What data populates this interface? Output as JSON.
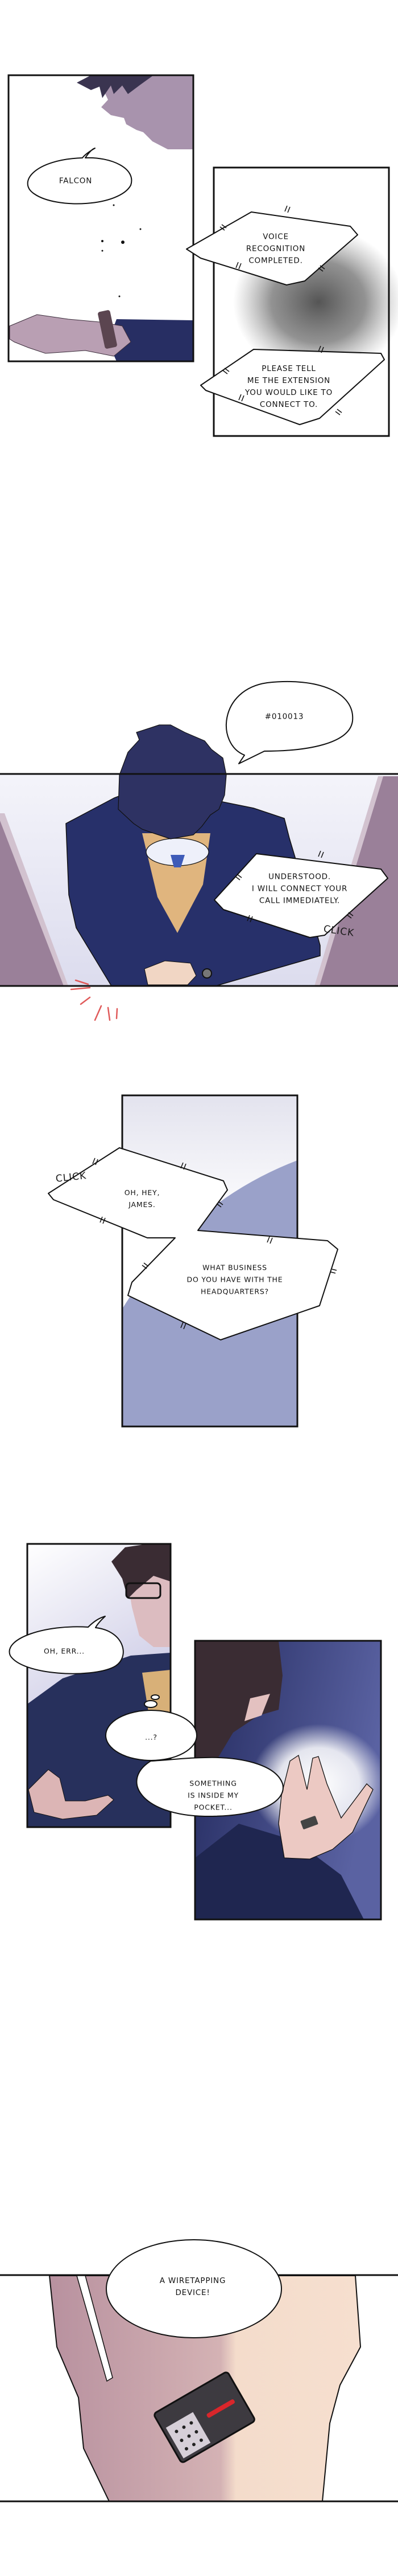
{
  "panels": {
    "falcon": {
      "speech": "FALCON"
    },
    "voice": {
      "system_1": "VOICE\nRECOGNITION\nCOMPLETED.",
      "system_2": "PLEASE TELL\nME THE EXTENSION\nYOU WOULD LIKE TO\nCONNECT TO."
    },
    "extension": {
      "speech": "#010013",
      "system": "UNDERSTOOD.\nI WILL CONNECT YOUR\nCALL IMMEDIATELY.",
      "sfx": "CLICK"
    },
    "headquarters": {
      "sfx": "CLICK",
      "phone_1": "OH, HEY,\nJAMES.",
      "phone_2": "WHAT BUSINESS\nDO YOU HAVE WITH THE\nHEADQUARTERS?"
    },
    "pocket": {
      "speech_1": "OH, ERR...",
      "thought": "...?",
      "speech_2": "SOMETHING\nIS INSIDE MY\nPOCKET..."
    },
    "device": {
      "speech": "A WIRETAPPING\nDEVICE!"
    }
  },
  "colors": {
    "navy": "#27306a",
    "lavender_skin": "#b99fb3",
    "purple_wall": "#9a8099",
    "panel_blue": "#9aa1c9",
    "device_red": "#d9262b"
  }
}
